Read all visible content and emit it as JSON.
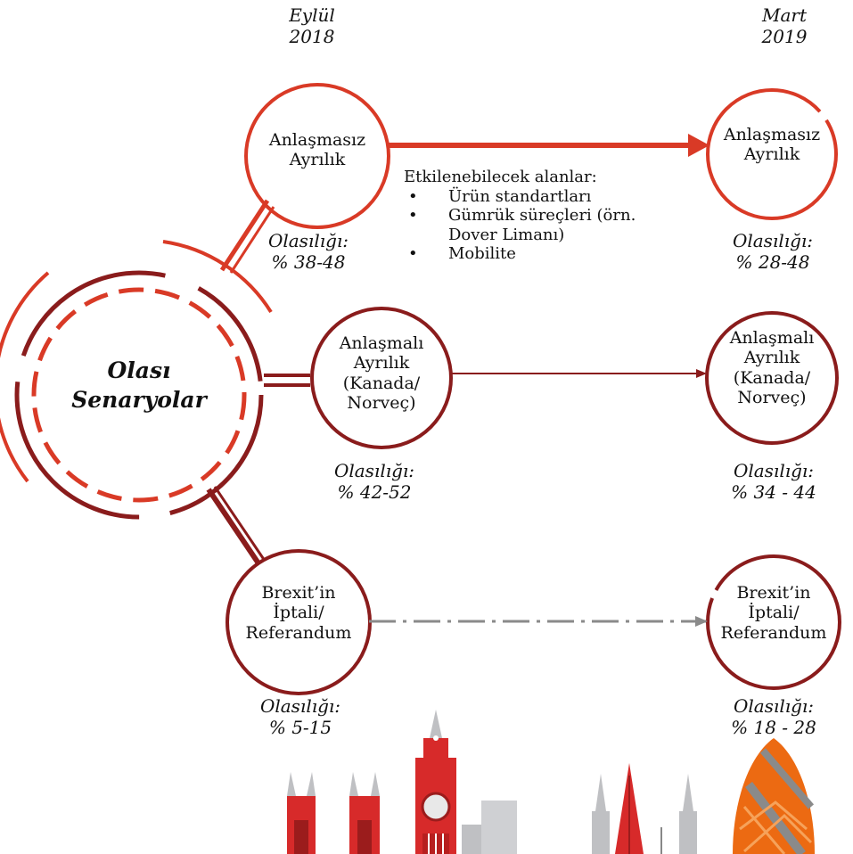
{
  "dates": {
    "left": [
      "Eylül",
      "2018"
    ],
    "right": [
      "Mart",
      "2019"
    ]
  },
  "center": {
    "line1": "Olası",
    "line2": "Senaryolar"
  },
  "scenarios": {
    "no_deal": {
      "left_label": [
        "Anlaşmasız",
        "Ayrılık"
      ],
      "right_label": [
        "Anlaşmasız",
        "Ayrılık"
      ],
      "left_prob": [
        "Olasılığı:",
        "% 38-48"
      ],
      "right_prob": [
        "Olasılığı:",
        "% 28-48"
      ]
    },
    "deal": {
      "left_label": [
        "Anlaşmalı",
        "Ayrılık",
        "(Kanada/",
        "Norveç)"
      ],
      "right_label": [
        "Anlaşmalı",
        "Ayrılık",
        "(Kanada/",
        "Norveç)"
      ],
      "left_prob": [
        "Olasılığı:",
        "% 42-52"
      ],
      "right_prob": [
        "Olasılığı:",
        "% 34 - 44"
      ]
    },
    "cancel": {
      "left_label": [
        "Brexit’in",
        "İptali/",
        "Referandum"
      ],
      "right_label": [
        "Brexit’in",
        "İptali/",
        "Referandum"
      ],
      "left_prob": [
        "Olasılığı:",
        "% 5-15"
      ],
      "right_prob": [
        "Olasılığı:",
        "% 18 - 28"
      ]
    }
  },
  "impacts": {
    "title": "Etkilenebilecek alanlar:",
    "bullet": "•",
    "items": [
      "Ürün standartları",
      "Gümrük süreçleri (örn.",
      "Mobilite"
    ],
    "item2_cont": "Dover Limanı)"
  },
  "colors": {
    "red": "#d93a26",
    "dark_red": "#8a1c1c",
    "grey_arrow": "#8a8a8a",
    "building_red": "#d72a2a",
    "building_grey": "#bfc0c3",
    "gherkin_orange": "#ec6a12"
  }
}
